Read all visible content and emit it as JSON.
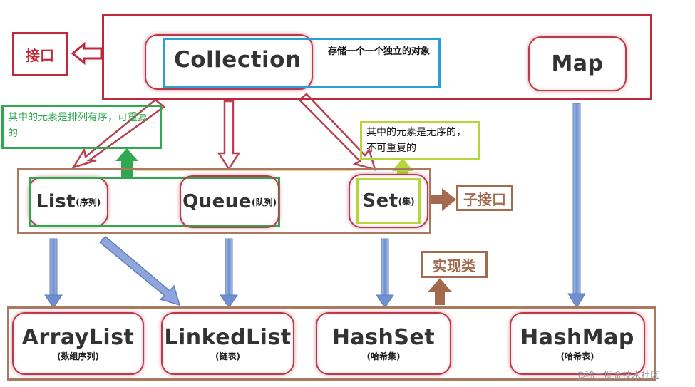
{
  "interface_label": "接口",
  "collection": "Collection",
  "collection_note": "存储一个一个独立的对象",
  "map": "Map",
  "list_note": "其中的元素是排列有序，可重复的",
  "set_note": "其中的元素是无序的，不可重复的",
  "subinterfaces": {
    "list": {
      "name": "List",
      "sub": "(序列)"
    },
    "queue": {
      "name": "Queue",
      "sub": "(队列)"
    },
    "set": {
      "name": "Set",
      "sub": "(集)"
    }
  },
  "subinterface_label": "子接口",
  "impl_label": "实现类",
  "impls": {
    "arraylist": {
      "name": "ArrayList",
      "sub": "(数组序列)"
    },
    "linkedlist": {
      "name": "LinkedList",
      "sub": "(链表)"
    },
    "hashset": {
      "name": "HashSet",
      "sub": "(哈希集)"
    },
    "hashmap": {
      "name": "HashMap",
      "sub": "(哈希表)"
    }
  },
  "watermark": "@稀土掘金技术社区",
  "colors": {
    "red": "#c0293c",
    "blue": "#2a9fd6",
    "green": "#2fa84f",
    "lime": "#b4d63a",
    "brown": "#a46a4e",
    "arrow_blue": "#6f8fcf"
  }
}
